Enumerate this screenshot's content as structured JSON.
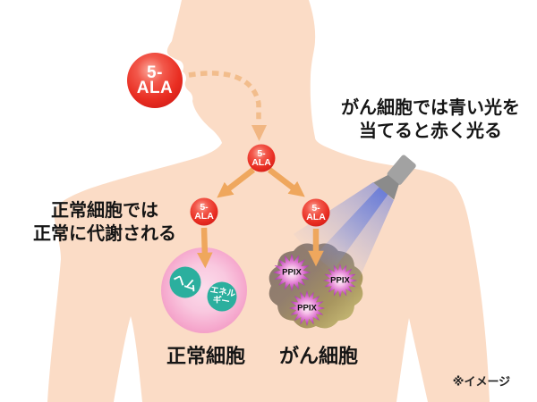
{
  "colors": {
    "skin": "#FBDCC6",
    "ala_red": "#E8332A",
    "arrow_orange": "#EFA75D",
    "dashed_arrow_orange": "#F2BD8C",
    "normal_cell_pink": "#F5A7CC",
    "metabolite_teal": "#2BAF9E",
    "cancer_cell_brown": "#8C7A70",
    "cancer_cell_gold": "#D4C97E",
    "ppix_magenta": "#BC44BE",
    "light_beam_blue": "#6278DC",
    "flashlight_gray": "#A2A2A2"
  },
  "molecule": {
    "line1": "5-",
    "line2": "ALA"
  },
  "annotations": {
    "cancer_glow": {
      "line1": "がん細胞では青い光を",
      "line2": "当てると赤く光る"
    },
    "normal_metabolism": {
      "line1": "正常細胞では",
      "line2": "正常に代謝される"
    },
    "disclaimer": "※イメージ"
  },
  "normal_cell": {
    "label": "正常細胞",
    "heme": "ヘム",
    "energy_line1": "エネル",
    "energy_line2": "ギー"
  },
  "cancer_cell": {
    "label": "がん細胞",
    "ppix": "PPIX"
  }
}
